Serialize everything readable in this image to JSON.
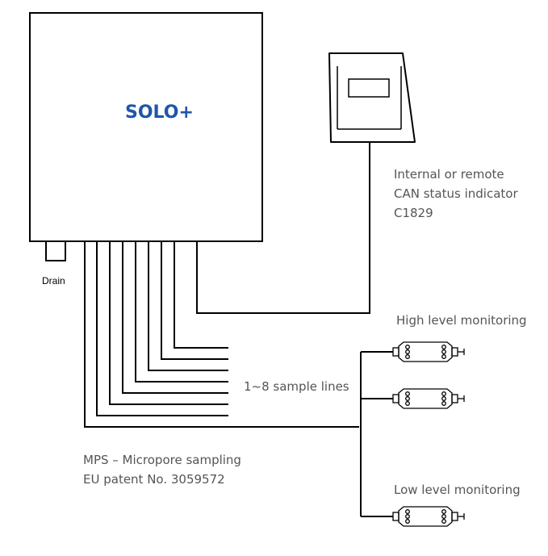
{
  "main_unit": {
    "brand": "SOLO+",
    "drain_label": "Drain"
  },
  "indicator": {
    "caption_lines": [
      "Internal or remote",
      "CAN status indicator",
      "C1829"
    ]
  },
  "sample_lines": {
    "label": "1~8 sample lines"
  },
  "mps": {
    "lines": [
      "MPS – Micropore sampling",
      "EU patent No. 3059572"
    ]
  },
  "monitoring": {
    "high_label": "High level monitoring",
    "low_label": "Low level monitoring"
  },
  "colors": {
    "line": "#000000",
    "brand": "#1f56a8",
    "text": "#555555"
  }
}
